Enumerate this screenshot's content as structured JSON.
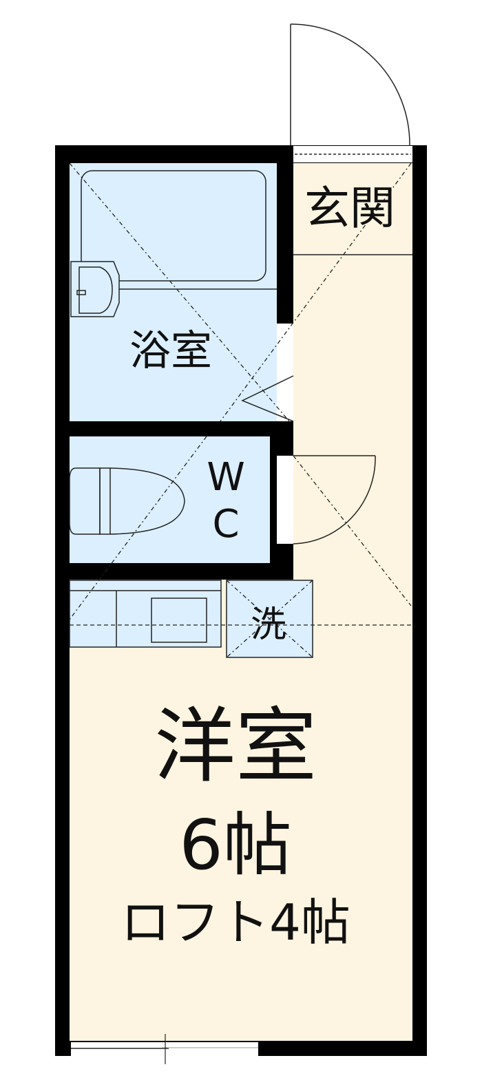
{
  "rooms": {
    "entrance": "玄関",
    "bathroom": "浴室",
    "wc_line1": "W",
    "wc_line2": "C",
    "laundry": "洗",
    "western_room": "洋室",
    "western_room_size": "6帖",
    "loft": "ロフト4帖"
  },
  "colors": {
    "wet_area": "#dcefff",
    "dry_area": "#fdf5e1",
    "wall": "#000000"
  }
}
